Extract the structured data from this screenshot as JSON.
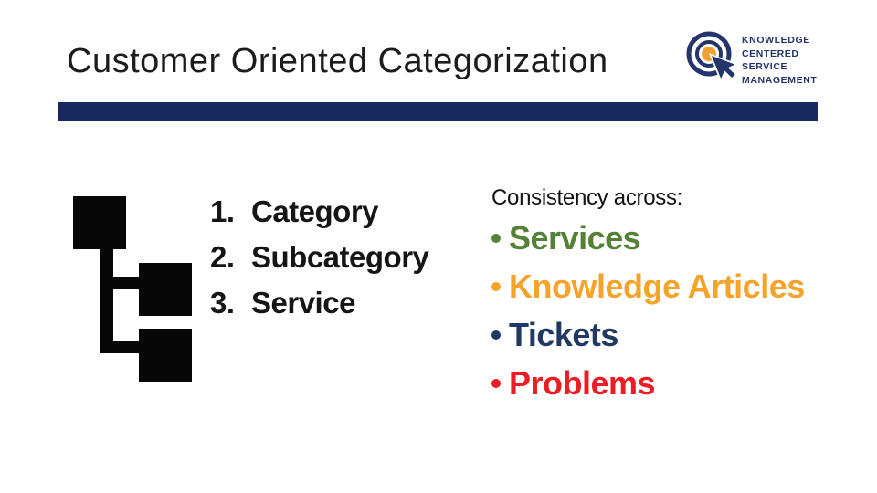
{
  "title": "Customer Oriented Categorization",
  "accent_bar_color": "#16295F",
  "logo": {
    "text_lines": [
      "KNOWLEDGE",
      "CENTERED",
      "SERVICE",
      "MANAGEMENT"
    ],
    "navy": "#24356B",
    "orange": "#F2A233"
  },
  "hierarchy": {
    "icon_color": "#070707",
    "items": [
      {
        "number": "1.",
        "label": "Category"
      },
      {
        "number": "2.",
        "label": "Subcategory"
      },
      {
        "number": "3.",
        "label": "Service"
      }
    ]
  },
  "consistency": {
    "heading": "Consistency across:",
    "items": [
      {
        "label": "Services",
        "color": "#538135"
      },
      {
        "label": "Knowledge Articles",
        "color": "#F5A32B"
      },
      {
        "label": "Tickets",
        "color": "#1F3864"
      },
      {
        "label": "Problems",
        "color": "#EE1C25"
      }
    ]
  }
}
